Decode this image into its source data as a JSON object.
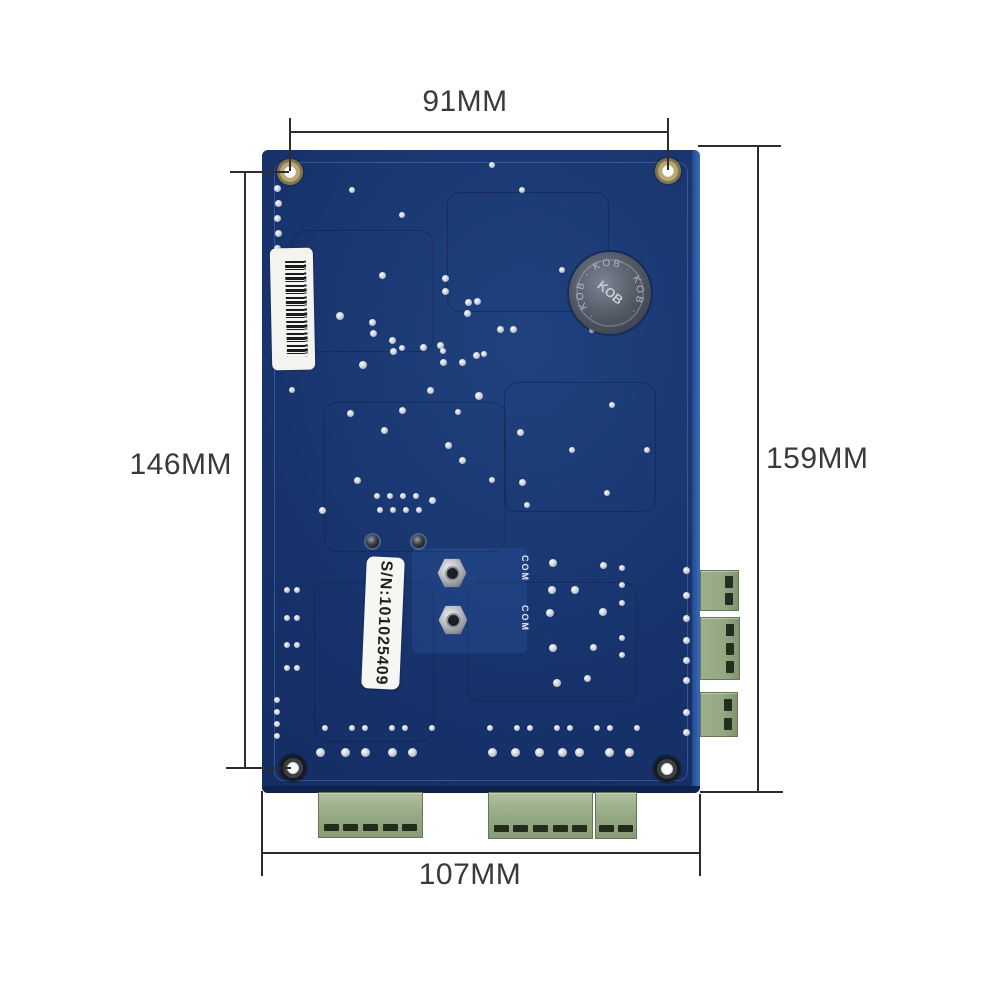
{
  "meta": {
    "description": "Blue access-control PCB rear view with outline dimensions"
  },
  "colors": {
    "background": "#ffffff",
    "board": "#17326b",
    "board_edge_highlight": "#3a6cba",
    "terminal_green": "#93a883",
    "dimension_line": "#2d2d2d",
    "dimension_text": "#3a3a3a"
  },
  "dimensions": {
    "top_label": "91MM",
    "left_label": "146MM",
    "right_label": "159MM",
    "bottom_label": "107MM"
  },
  "board": {
    "serial_label": "S/N:101025409",
    "buzzer_brand": "KOB",
    "buzzer_ring": "· KOB · KOB · KOB ·",
    "silkscreen": {
      "com1": "COM",
      "com2": "COM"
    },
    "mounting_holes": 4
  },
  "connectors": {
    "right": [
      {
        "pins": 2
      },
      {
        "pins": 3
      },
      {
        "pins": 2
      }
    ],
    "bottom": [
      {
        "pins": 5
      },
      {
        "pins": 5
      },
      {
        "pins": 2
      }
    ]
  }
}
